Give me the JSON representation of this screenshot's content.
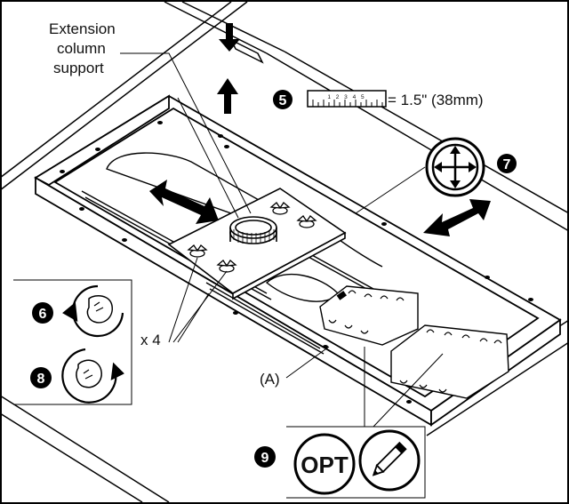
{
  "labels": {
    "extension_line1": "Extension",
    "extension_line2": "column",
    "extension_line3": "support",
    "multiplier": "x 4",
    "part_a": "(A)",
    "measure": "= 1.5\" (38mm)",
    "ruler_digits": "1 2 3 4 5",
    "opt": "OPT"
  },
  "steps": {
    "step5": "5",
    "step6": "6",
    "step7": "7",
    "step8": "8",
    "step9": "9"
  },
  "icons": {
    "move": "four-way-move-icon",
    "rotate_ccw": "hand-rotate-counterclockwise-icon",
    "rotate_cw": "hand-rotate-clockwise-icon",
    "pencil": "pencil-icon"
  }
}
